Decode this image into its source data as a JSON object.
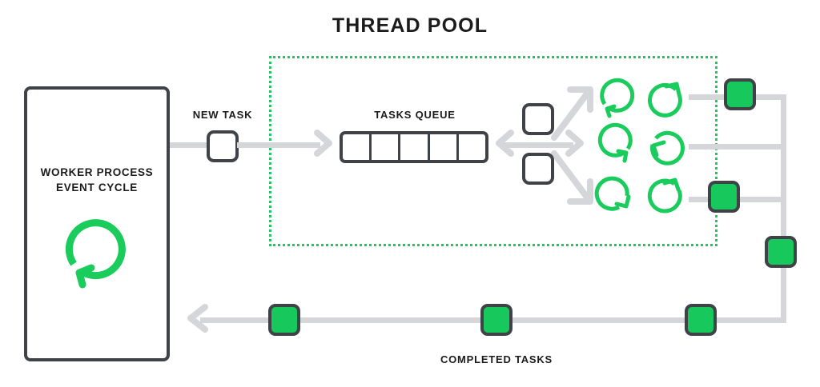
{
  "diagram": {
    "title": "THREAD POOL",
    "accent_green": "#17c95c",
    "dark_gray": "#3f4247",
    "line_gray": "#d4d6d9"
  },
  "worker": {
    "label_line1": "WORKER PROCESS",
    "label_line2": "EVENT CYCLE",
    "icon": "event-loop-circular-arrow-icon"
  },
  "new_task": {
    "label": "NEW TASK",
    "icon": "empty-task-square-icon"
  },
  "queue": {
    "label": "TASKS QUEUE",
    "cells": [
      "",
      "",
      "",
      "",
      ""
    ]
  },
  "dispatch": {
    "pending_tasks": [
      "",
      ""
    ],
    "branch_arrows": 3
  },
  "threads": {
    "rows": 3,
    "columns": 2,
    "icons": [
      [
        "thread-spinner-ccw-icon",
        "thread-spinner-cw-icon"
      ],
      [
        "thread-spinner-cw-icon",
        "thread-spinner-ccw-icon"
      ],
      [
        "thread-spinner-cw-icon",
        "thread-spinner-cw-icon"
      ]
    ]
  },
  "completed": {
    "label": "COMPLETED TASKS",
    "squares_on_threads": 2,
    "squares_on_return_path": 4,
    "icon": "completed-task-square-icon"
  }
}
